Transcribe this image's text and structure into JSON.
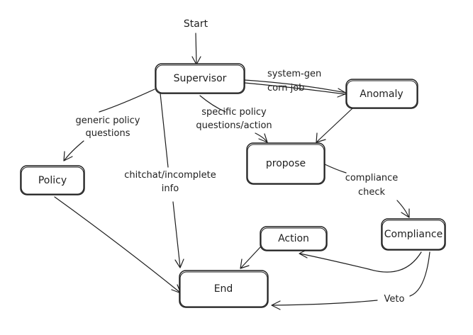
{
  "nodes": {
    "start": "Start",
    "supervisor": "Supervisor",
    "anomaly": "Anomaly",
    "propose": "propose",
    "policy": "Policy",
    "compliance": "Compliance",
    "action": "Action",
    "end": "End"
  },
  "edges": {
    "system_gen_line1": "system-gen",
    "system_gen_line2": "corn job",
    "generic_line1": "generic policy",
    "generic_line2": "questions",
    "specific_line1": "specific policy",
    "specific_line2": "questions/action",
    "chitchat_line1": "chitchat/incomplete",
    "chitchat_line2": "info",
    "compliance_check_line1": "compliance",
    "compliance_check_line2": "check",
    "veto": "Veto"
  }
}
